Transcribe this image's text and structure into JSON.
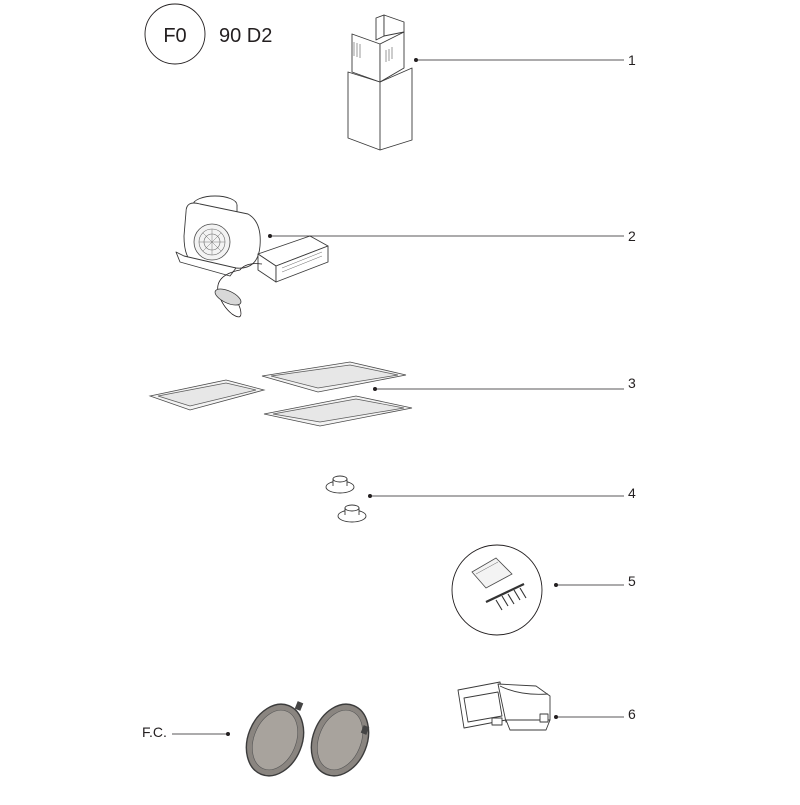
{
  "header": {
    "circle_code": "F0",
    "model": "90 D2"
  },
  "parts": [
    {
      "number": "1"
    },
    {
      "number": "2"
    },
    {
      "number": "3"
    },
    {
      "number": "4"
    },
    {
      "number": "5"
    },
    {
      "number": "6"
    }
  ],
  "filter_label": "F.C."
}
